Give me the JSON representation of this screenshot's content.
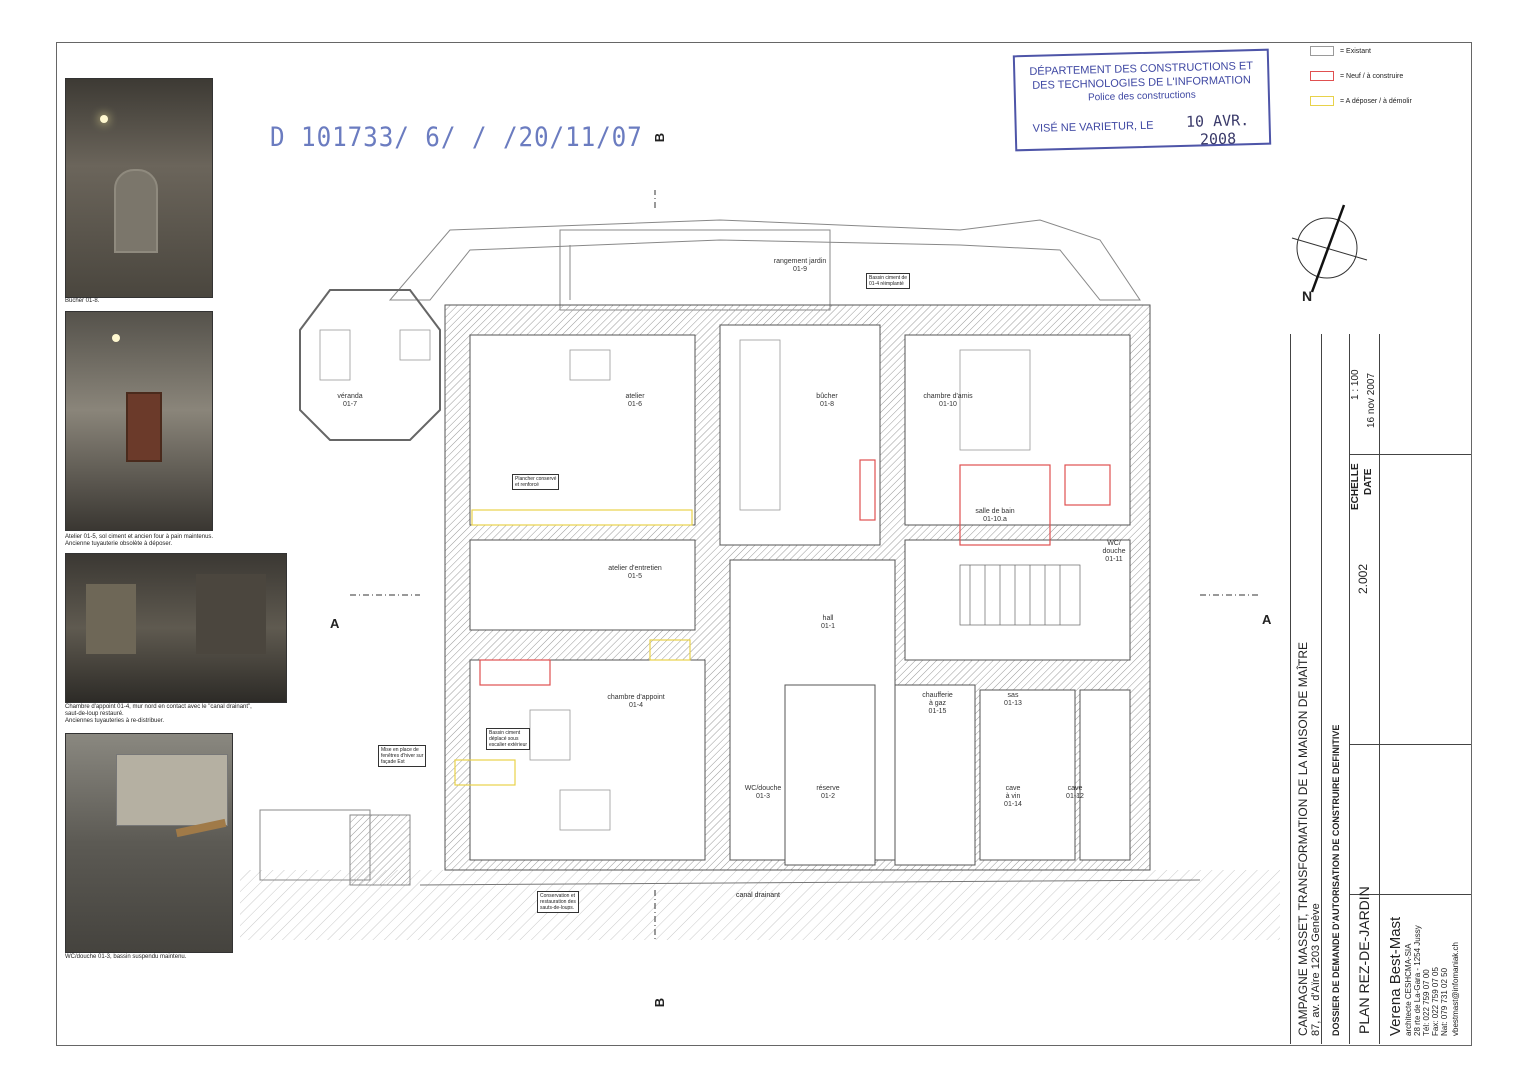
{
  "reference_stamp": "D 101733/ 6/  /  /20/11/07",
  "approval_stamp": {
    "line1": "DÉPARTEMENT DES CONSTRUCTIONS ET",
    "line2": "DES TECHNOLOGIES DE L'INFORMATION",
    "line3": "Police des constructions",
    "line4": "VISÉ NE VARIETUR, LE",
    "date": "10 AVR. 2008"
  },
  "legend": [
    {
      "label": "= Existant",
      "color": "#9a9a9a"
    },
    {
      "label": "= Neuf / à construire",
      "color": "#e05050"
    },
    {
      "label": "= A déposer / à démolir",
      "color": "#e8d24a"
    }
  ],
  "north_label": "N",
  "photos": [
    {
      "caption": "Bûcher 01-8."
    },
    {
      "caption": "Atelier 01-5, sol ciment  et ancien four à pain maintenus.\nAncienne tuyauterie obsolète à déposer."
    },
    {
      "caption": "Chambre d'appoint 01-4, mur nord en contact avec le \"canal drainant\",\nsaut-de-loup restauré.\nAnciennes tuyauteries à re-distribuer."
    },
    {
      "caption": "WC/douche 01-3, bassin suspendu maintenu."
    }
  ],
  "section_marks": {
    "a": "A",
    "b": "B"
  },
  "rooms": [
    {
      "name": "rangement jardin",
      "code": "01-9"
    },
    {
      "name": "véranda",
      "code": "01-7"
    },
    {
      "name": "atelier",
      "code": "01-6"
    },
    {
      "name": "bûcher",
      "code": "01-8"
    },
    {
      "name": "chambre d'amis",
      "code": "01-10"
    },
    {
      "name": "salle de bain",
      "code": "01-10.a"
    },
    {
      "name": "WC/\ndouche",
      "code": "01-11"
    },
    {
      "name": "atelier d'entretien",
      "code": "01-5"
    },
    {
      "name": "hall",
      "code": "01-1"
    },
    {
      "name": "chambre d'appoint",
      "code": "01-4"
    },
    {
      "name": "WC/douche",
      "code": "01-3"
    },
    {
      "name": "réserve",
      "code": "01-2"
    },
    {
      "name": "chaufferie\nà gaz",
      "code": "01-15"
    },
    {
      "name": "sas",
      "code": "01-13"
    },
    {
      "name": "cave\nà vin",
      "code": "01-14"
    },
    {
      "name": "cave",
      "code": "01-12"
    }
  ],
  "notes": [
    "Bassin ciment de\n01-4 réimplanté",
    "Plancher conservé\net renforcé",
    "Bassin ciment\ndéplacé sous\nescalier extérieur",
    "Mise en place de\nfenêtres d'hiver sur\nfaçade Est",
    "Conservation et\nrestauration des\nsauts-de-loups."
  ],
  "canal_label": "canal drainant",
  "cartouche": {
    "project_title": "CAMPAGNE MASSET, TRANSFORMATION DE LA MAISON DE MAÎTRE",
    "address": "87, av. d'Aïre 1203 Genève",
    "dossier": "DOSSIER DE DEMANDE D'AUTORISATION DE CONSTRUIRE DEFINITIVE",
    "plan": "PLAN REZ-DE-JARDIN",
    "plan_number": "2.002",
    "scale_label": "ECHELLE",
    "scale": "1 : 100",
    "date_label": "DATE",
    "date": "16 nov 2007",
    "architect": "Verena Best-Mast",
    "architect_title": "architecte CESHCMA-SIA",
    "address_line": "28 rte de La-Gara - 1254 Jussy",
    "tel": "Tél: 022 759 07 00",
    "fax": "Fax: 022 759 07 05",
    "nat": "Nat: 079 731 02 50",
    "email": "vbestmast@infomaniak.ch"
  }
}
